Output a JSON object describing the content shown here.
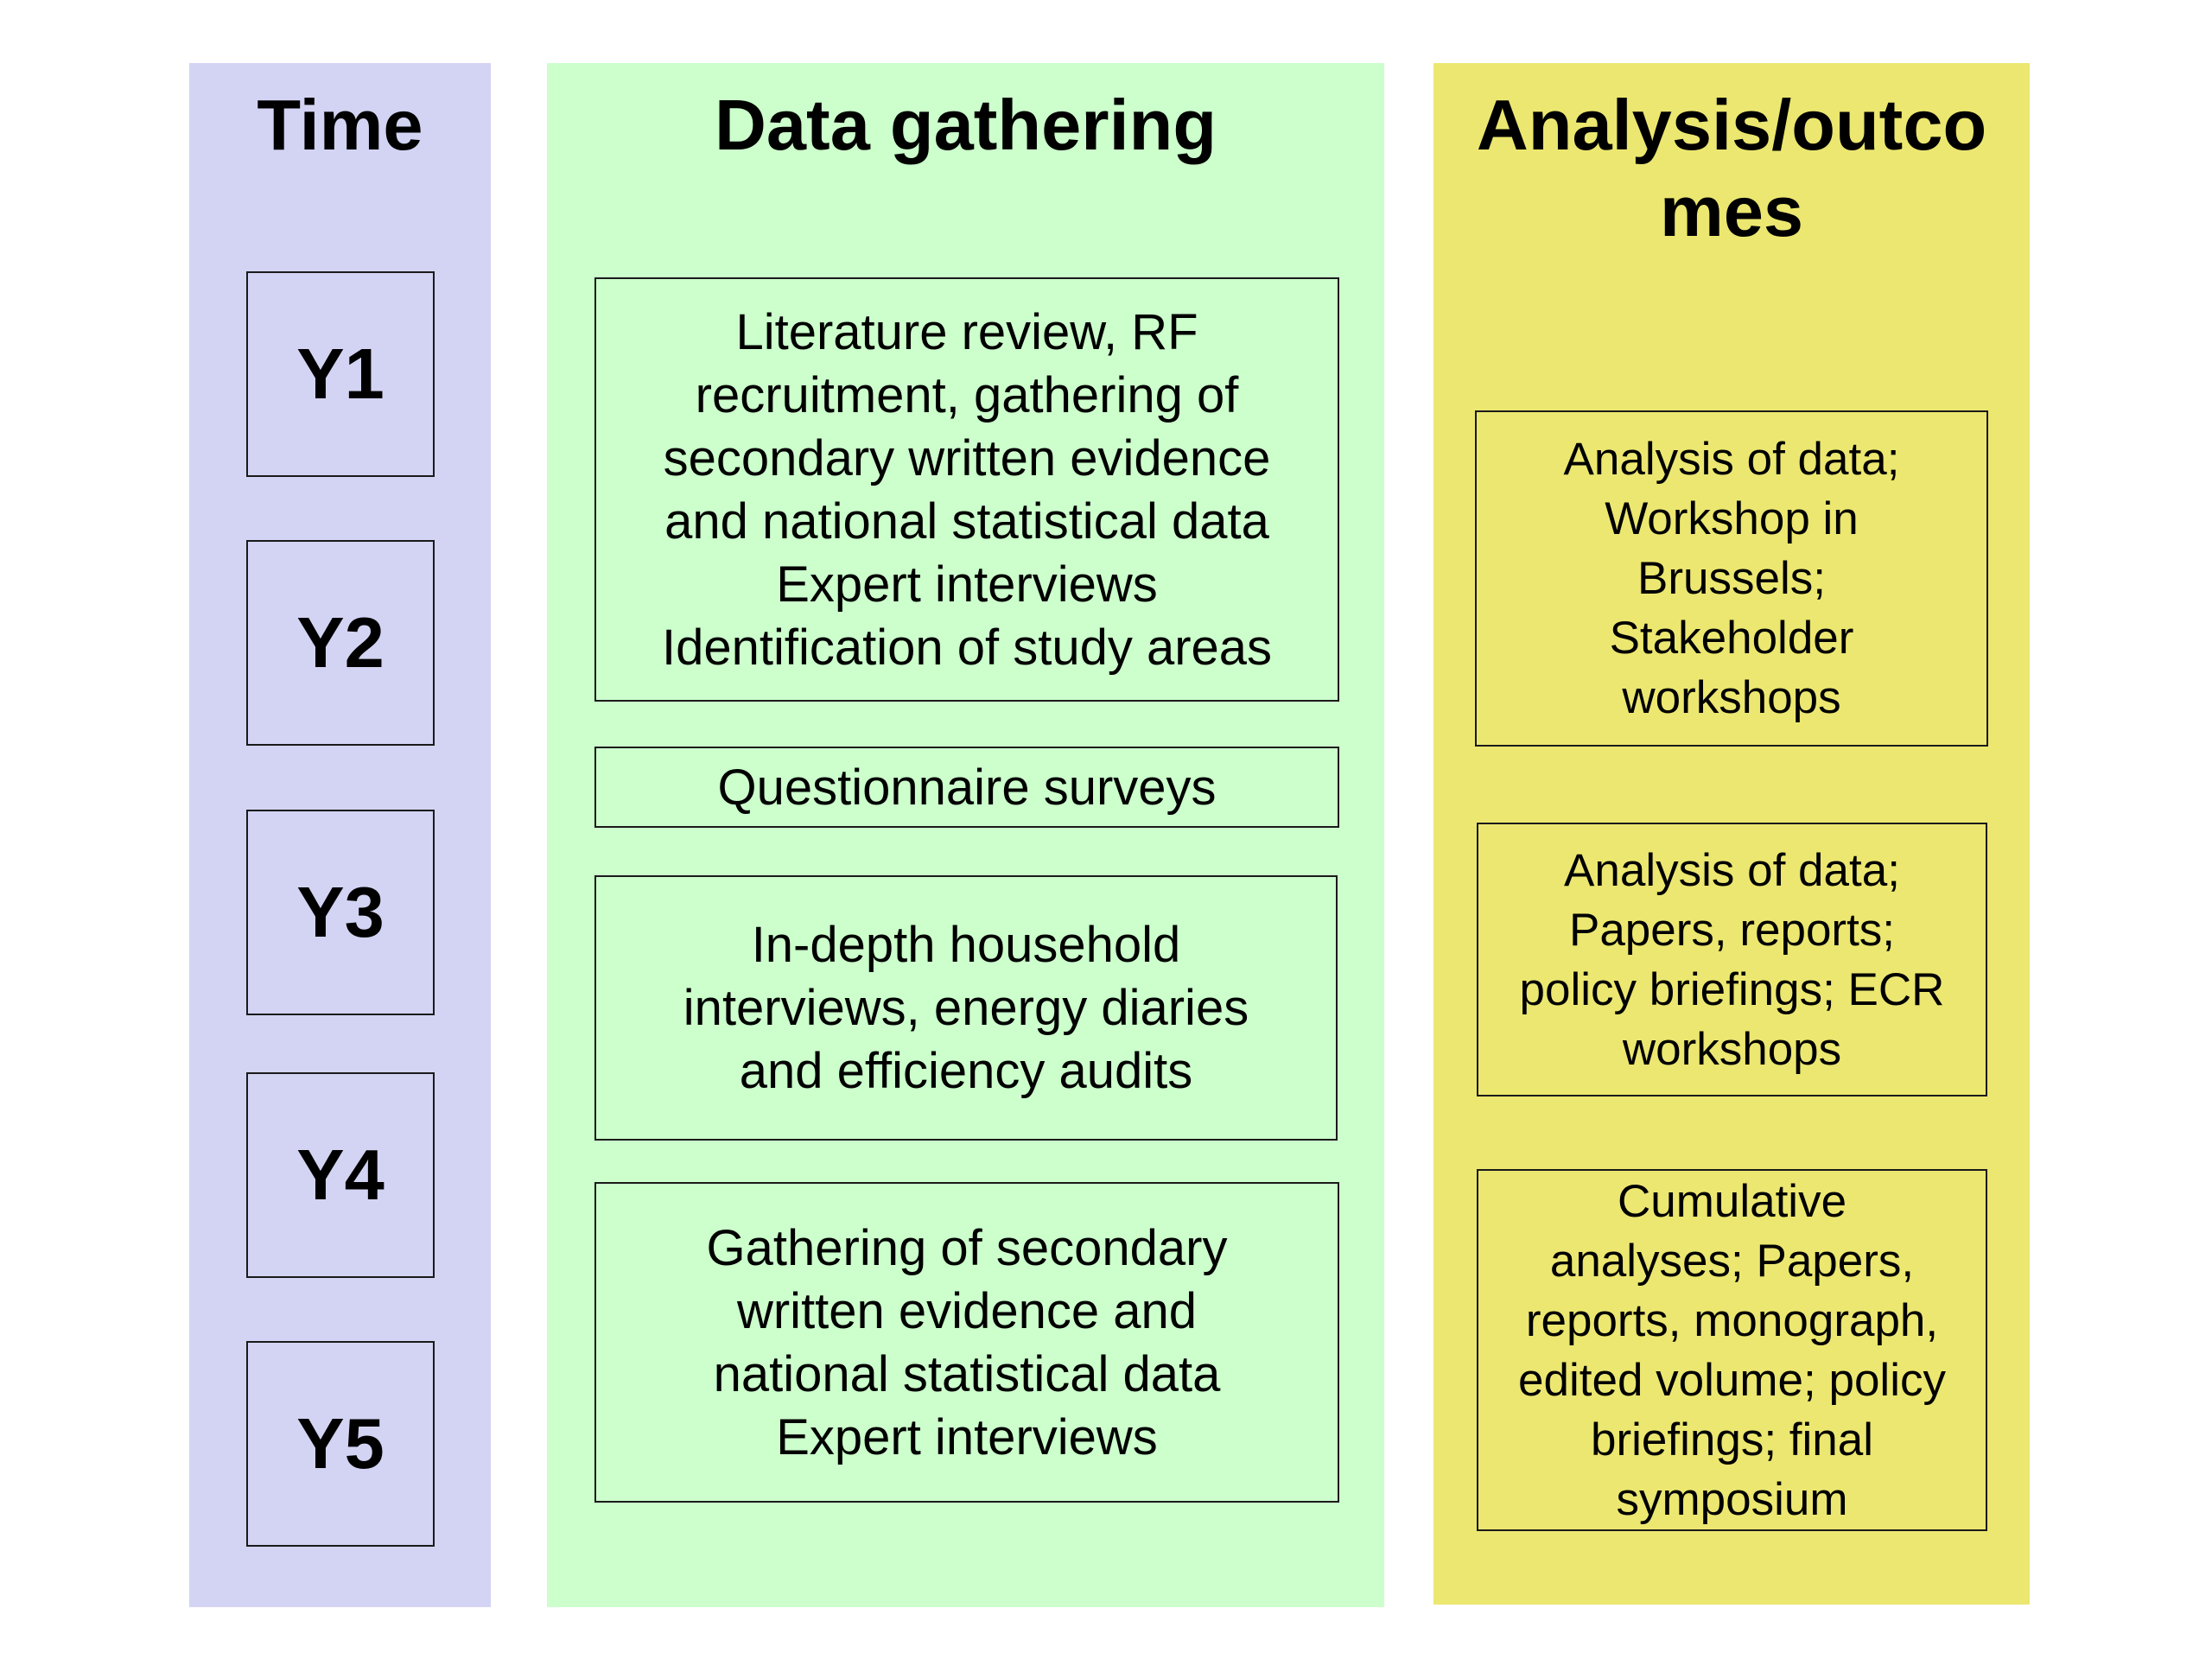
{
  "colors": {
    "time_column": "#d3d3f3",
    "data_column": "#ccffcc",
    "analysis_column": "#ece770",
    "box_border": "#1a1a1a"
  },
  "columns": {
    "time": {
      "title": "Time",
      "years": [
        "Y1",
        "Y2",
        "Y3",
        "Y4",
        "Y5"
      ]
    },
    "data_gathering": {
      "title": "Data gathering",
      "boxes": [
        "Literature review, RF\nrecruitment, gathering of\nsecondary written evidence\nand national statistical data\nExpert interviews\nIdentification of study areas",
        "Questionnaire surveys",
        "In-depth household\ninterviews, energy diaries\nand efficiency audits",
        "Gathering of secondary\nwritten evidence and\nnational statistical data\nExpert interviews"
      ]
    },
    "analysis": {
      "title": "Analysis/outcomes",
      "boxes": [
        "Analysis of data;\nWorkshop in\nBrussels;\nStakeholder\nworkshops",
        "Analysis of data;\nPapers, reports;\npolicy briefings; ECR\nworkshops",
        "Cumulative\nanalyses; Papers,\nreports, monograph,\nedited volume; policy\nbriefings; final\nsymposium"
      ]
    }
  }
}
